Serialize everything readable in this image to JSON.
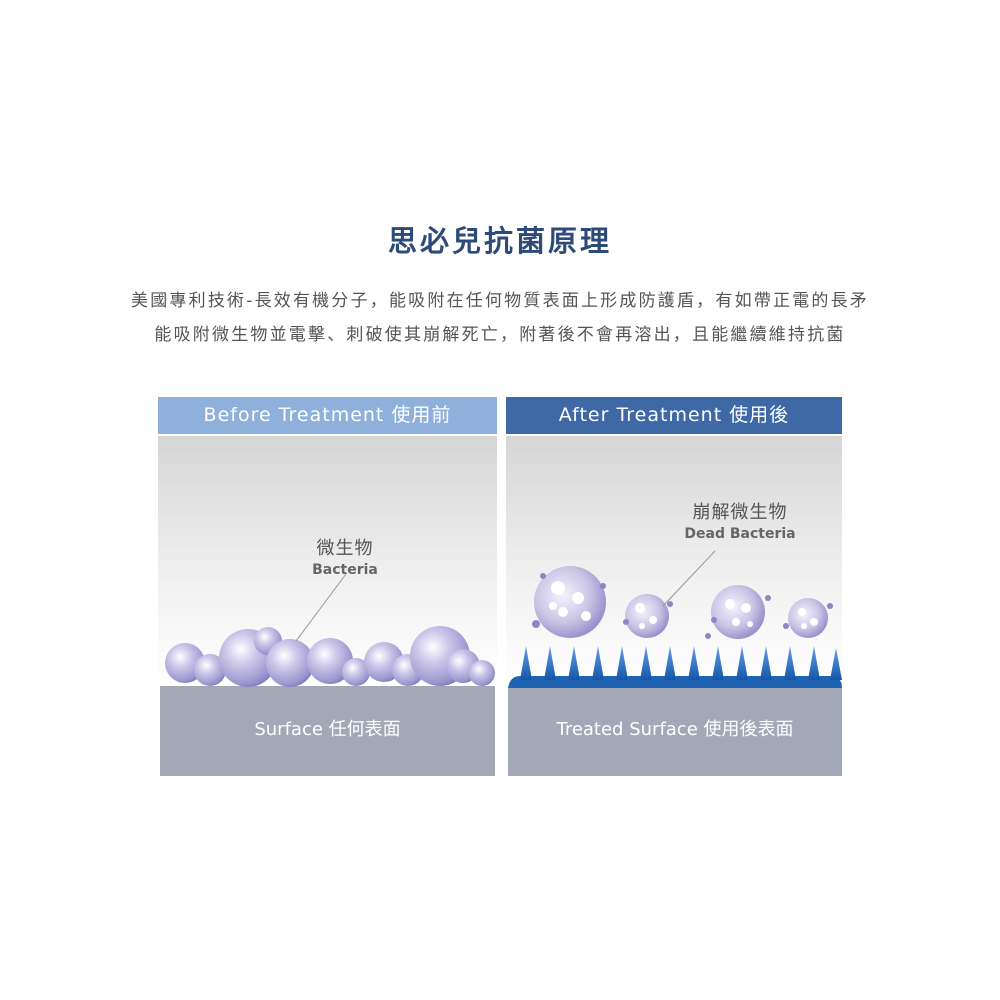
{
  "title": "思必兒抗菌原理",
  "description": {
    "line1": "美國專利技術-長效有機分子，能吸附在任何物質表面上形成防護盾，有如帶正電的長矛",
    "line2": "能吸附微生物並電擊、刺破使其崩解死亡，附著後不會再溶出，且能繼續維持抗菌"
  },
  "before": {
    "header": "Before Treatment 使用前",
    "bacteria_label_cn": "微生物",
    "bacteria_label_en": "Bacteria",
    "surface_label": "Surface 任何表面"
  },
  "after": {
    "header": "After Treatment 使用後",
    "bacteria_label_cn": "崩解微生物",
    "bacteria_label_en": "Dead Bacteria",
    "surface_label": "Treated Surface  使用後表面"
  },
  "colors": {
    "title": "#2d4a78",
    "before_header": "#8fb0da",
    "after_header": "#3f68a6",
    "surface": "#a3a8b7",
    "bacteria": "#9f99d0",
    "spikes": "#1f63b3"
  }
}
